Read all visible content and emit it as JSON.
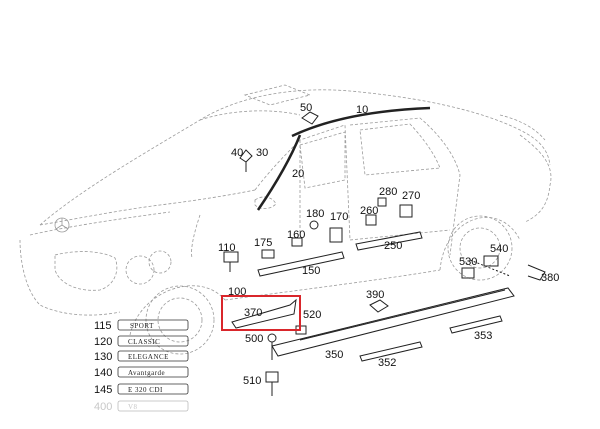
{
  "diagram": {
    "highlight_color": "#d9262b",
    "line_color": "#222222",
    "callouts": [
      {
        "id": "c10",
        "label": "10"
      },
      {
        "id": "c20",
        "label": "20"
      },
      {
        "id": "c30",
        "label": "30"
      },
      {
        "id": "c40",
        "label": "40"
      },
      {
        "id": "c50",
        "label": "50"
      },
      {
        "id": "c100",
        "label": "100"
      },
      {
        "id": "c110",
        "label": "110"
      },
      {
        "id": "c150",
        "label": "150"
      },
      {
        "id": "c160",
        "label": "160"
      },
      {
        "id": "c170",
        "label": "170"
      },
      {
        "id": "c175",
        "label": "175"
      },
      {
        "id": "c180",
        "label": "180"
      },
      {
        "id": "c250",
        "label": "250"
      },
      {
        "id": "c260",
        "label": "260"
      },
      {
        "id": "c270",
        "label": "270"
      },
      {
        "id": "c280",
        "label": "280"
      },
      {
        "id": "c350",
        "label": "350"
      },
      {
        "id": "c352",
        "label": "352"
      },
      {
        "id": "c353",
        "label": "353"
      },
      {
        "id": "c370",
        "label": "370"
      },
      {
        "id": "c380",
        "label": "380"
      },
      {
        "id": "c390",
        "label": "390"
      },
      {
        "id": "c500",
        "label": "500"
      },
      {
        "id": "c510",
        "label": "510"
      },
      {
        "id": "c520",
        "label": "520"
      },
      {
        "id": "c530",
        "label": "530"
      },
      {
        "id": "c540",
        "label": "540"
      }
    ],
    "emblems": [
      {
        "number": "115",
        "badge": "SPORT"
      },
      {
        "number": "120",
        "badge": "CLASSIC"
      },
      {
        "number": "130",
        "badge": "ELEGANCE"
      },
      {
        "number": "140",
        "badge": "Avantgarde"
      },
      {
        "number": "145",
        "badge": "E 320 CDI"
      },
      {
        "number": "400",
        "badge": "V8"
      }
    ]
  }
}
